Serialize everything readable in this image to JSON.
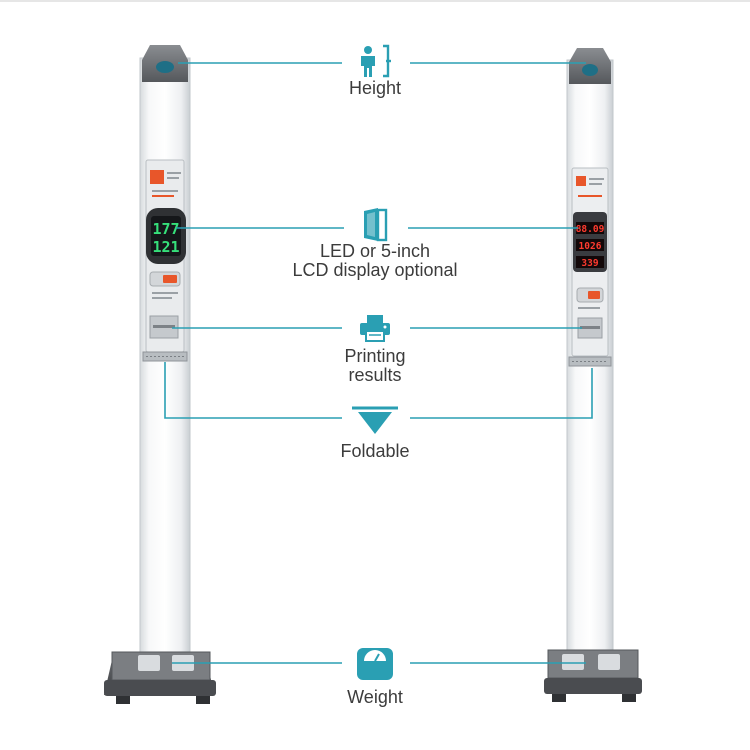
{
  "features": [
    {
      "id": "height",
      "label": "Height",
      "icon": "person-height-icon"
    },
    {
      "id": "display",
      "label_line1": "LED or 5-inch",
      "label_line2": "LCD display optional",
      "icon": "display-panel-icon"
    },
    {
      "id": "printing",
      "label_line1": "Printing",
      "label_line2": "results",
      "icon": "printer-icon"
    },
    {
      "id": "foldable",
      "label": "Foldable",
      "icon": "fold-triangle-icon"
    },
    {
      "id": "weight",
      "label": "Weight",
      "icon": "scale-icon"
    }
  ],
  "left_machine": {
    "led_readings": [
      "177",
      "121"
    ]
  },
  "right_machine": {
    "led_readings": [
      "88.09",
      "1026",
      "339"
    ]
  },
  "colors": {
    "accent": "#2a9fb3",
    "label_text": "#3c3c3c",
    "frame": "#d6dadc",
    "panel": "#4a4c50",
    "orange": "#e8562a"
  }
}
